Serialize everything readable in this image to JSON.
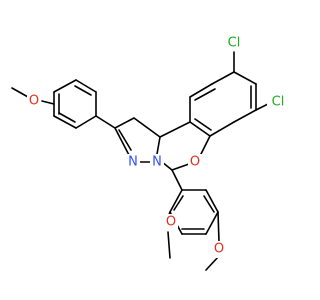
{
  "molecule": {
    "atom_labels": {
      "cl_top": "Cl",
      "cl_right": "Cl",
      "o_ring": "O",
      "n_left": "N",
      "n_right": "N",
      "o_methoxy_aryl": "O",
      "o_methoxy_bottom_left": "O",
      "o_methoxy_bottom_right": "O"
    },
    "colors": {
      "bond": "#000000",
      "chlorine": "#1fae1f",
      "oxygen": "#e0301e",
      "nitrogen": "#3050f8"
    }
  }
}
